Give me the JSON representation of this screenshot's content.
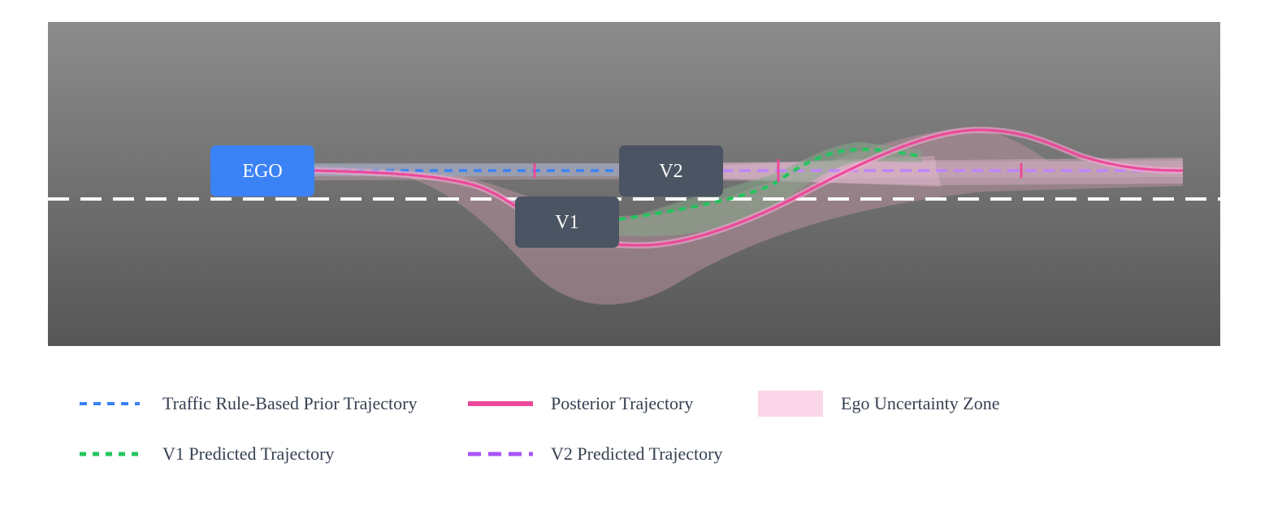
{
  "vehicles": {
    "ego": "EGO",
    "v1": "V1",
    "v2": "V2"
  },
  "legend": {
    "prior": "Traffic Rule-Based Prior Trajectory",
    "posterior": "Posterior Trajectory",
    "uncertainty": "Ego Uncertainty Zone",
    "v1_pred": "V1 Predicted Trajectory",
    "v2_pred": "V2 Predicted Trajectory"
  },
  "colors": {
    "ego": "#3b82f6",
    "other_vehicle": "#4a5462",
    "prior": "#3b82f6",
    "posterior": "#ec4899",
    "uncertainty": "#fbcfe8",
    "v1_pred": "#22c55e",
    "v2_pred": "#a855f7",
    "lane_marking": "#ffffff"
  }
}
